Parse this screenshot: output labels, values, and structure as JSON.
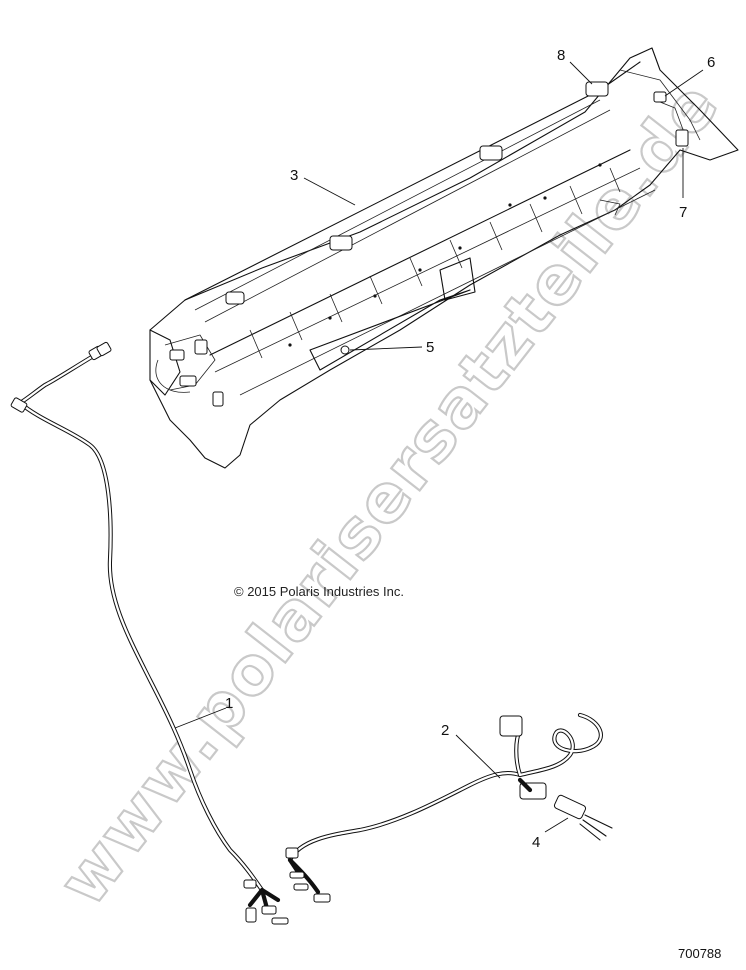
{
  "callouts": {
    "c1": "1",
    "c2": "2",
    "c3": "3",
    "c4": "4",
    "c5": "5",
    "c6": "6",
    "c7": "7",
    "c8": "8"
  },
  "copyright": "© 2015 Polaris Industries Inc.",
  "part_number": "700788",
  "watermark": "www.polarisersatzteile.de"
}
